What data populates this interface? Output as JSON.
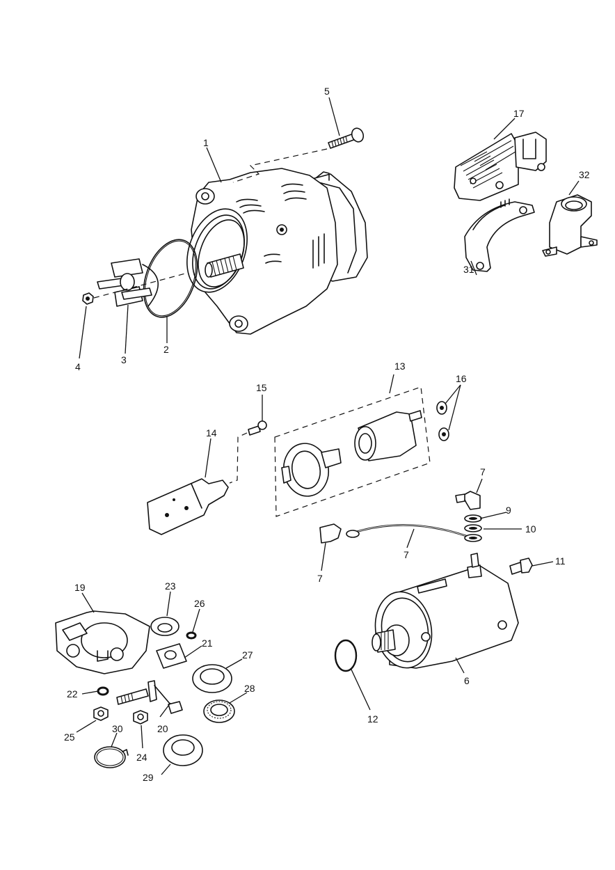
{
  "diagram": {
    "type": "exploded-parts-diagram",
    "line_color": "#111111",
    "background": "#ffffff",
    "callouts": {
      "c1": "1",
      "c2": "2",
      "c3": "3",
      "c4": "4",
      "c5": "5",
      "c6": "6",
      "c7a": "7",
      "c7b": "7",
      "c7c": "7",
      "c9": "9",
      "c10": "10",
      "c11": "11",
      "c12": "12",
      "c13": "13",
      "c14": "14",
      "c15": "15",
      "c16": "16",
      "c17": "17",
      "c19": "19",
      "c20": "20",
      "c21": "21",
      "c22": "22",
      "c23": "23",
      "c24": "24",
      "c25": "25",
      "c26": "26",
      "c27": "27",
      "c28": "28",
      "c29": "29",
      "c30": "30",
      "c31": "31",
      "c32": "32"
    }
  }
}
